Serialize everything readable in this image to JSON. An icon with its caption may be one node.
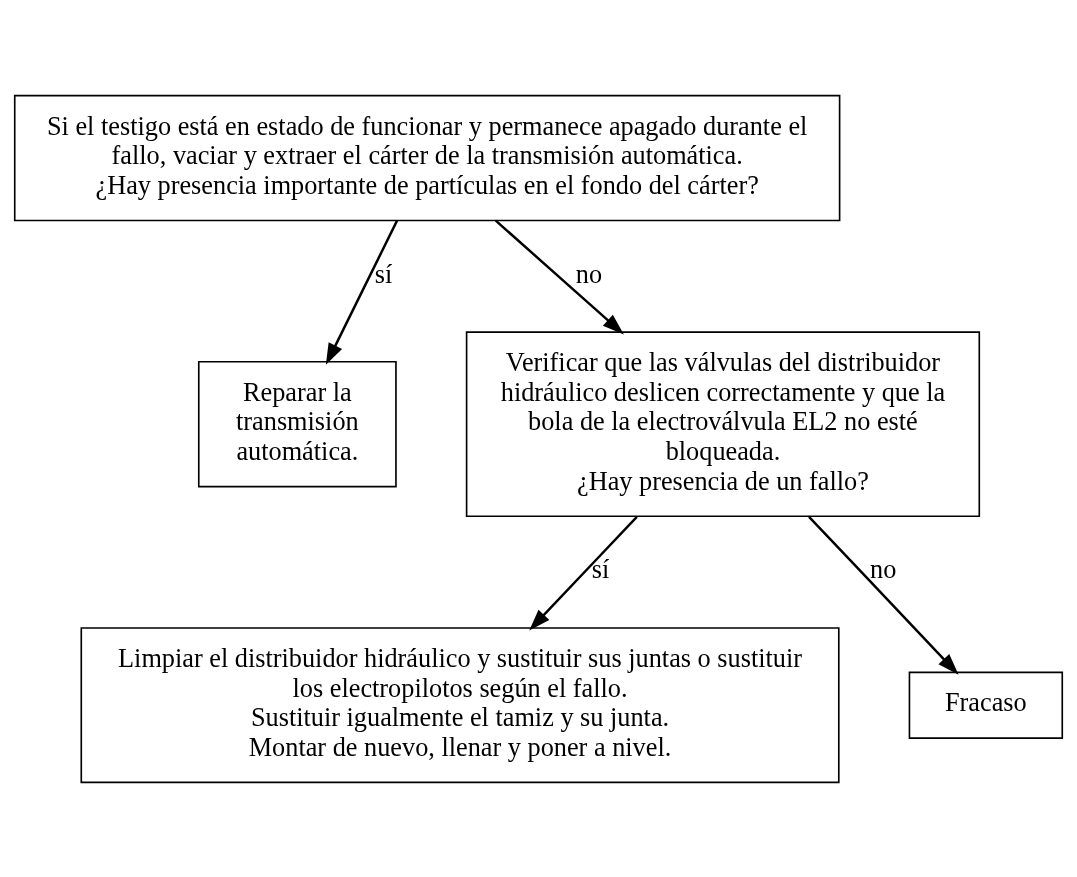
{
  "diagram": {
    "nodes": [
      {
        "text": [
          "Si el testigo está en estado de funcionar y permanece apagado durante el fallo, vaciar y extraer el cárter de la transmisión automática.",
          "¿Hay presencia importante de partículas en el fondo del cárter?"
        ]
      },
      {
        "text": [
          "Reparar la transmisión automática."
        ]
      },
      {
        "text": [
          "Verificar que las válvulas del distribuidor hidráulico deslicen correctamente y que la bola de la electroválvula EL2 no esté bloqueada.",
          "¿Hay presencia de un fallo?"
        ]
      },
      {
        "text": [
          "Limpiar el distribuidor hidráulico y sustituir sus juntas o sustituir los electropilotos según el fallo.",
          "Sustituir igualmente el tamiz y su junta.",
          "Montar de nuevo, llenar y poner a nivel."
        ]
      },
      {
        "text": [
          "Fracaso"
        ]
      }
    ],
    "edges": [
      {
        "from": 0,
        "to": 1,
        "arrow": "to",
        "label": "sí"
      },
      {
        "from": 0,
        "to": 2,
        "arrow": "to",
        "label": "no"
      },
      {
        "from": 2,
        "to": 3,
        "arrow": "to",
        "label": "sí"
      },
      {
        "from": 2,
        "to": 4,
        "arrow": "to",
        "label": "no"
      }
    ]
  }
}
